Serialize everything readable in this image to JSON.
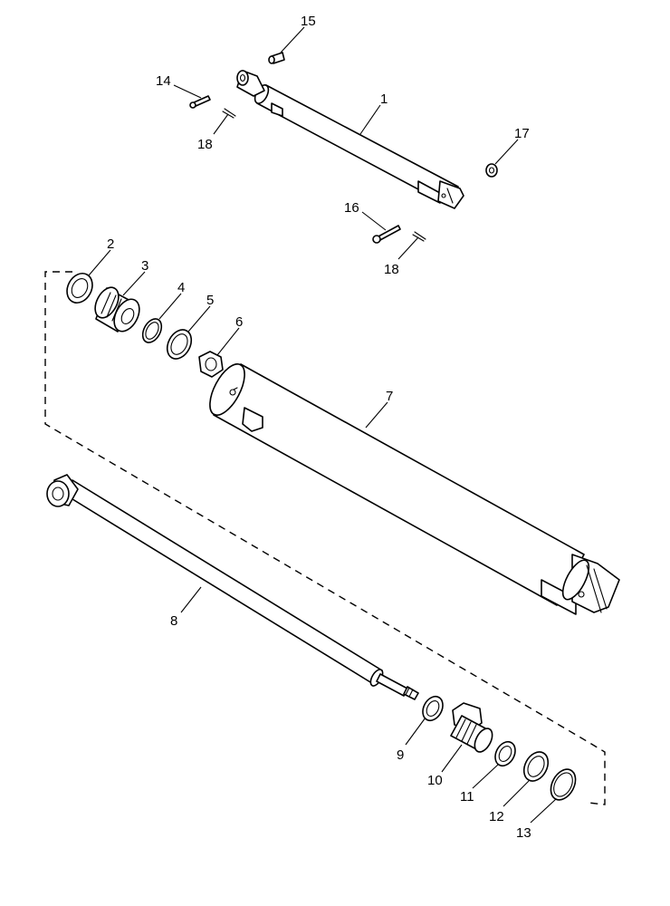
{
  "callouts": [
    {
      "id": "1",
      "label": "1"
    },
    {
      "id": "2",
      "label": "2"
    },
    {
      "id": "3",
      "label": "3"
    },
    {
      "id": "4",
      "label": "4"
    },
    {
      "id": "5",
      "label": "5"
    },
    {
      "id": "6",
      "label": "6"
    },
    {
      "id": "7",
      "label": "7"
    },
    {
      "id": "8",
      "label": "8"
    },
    {
      "id": "9",
      "label": "9"
    },
    {
      "id": "10",
      "label": "10"
    },
    {
      "id": "11",
      "label": "11"
    },
    {
      "id": "12",
      "label": "12"
    },
    {
      "id": "13",
      "label": "13"
    },
    {
      "id": "14",
      "label": "14"
    },
    {
      "id": "15",
      "label": "15"
    },
    {
      "id": "16",
      "label": "16"
    },
    {
      "id": "17",
      "label": "17"
    },
    {
      "id": "18a",
      "label": "18"
    },
    {
      "id": "18b",
      "label": "18"
    }
  ]
}
